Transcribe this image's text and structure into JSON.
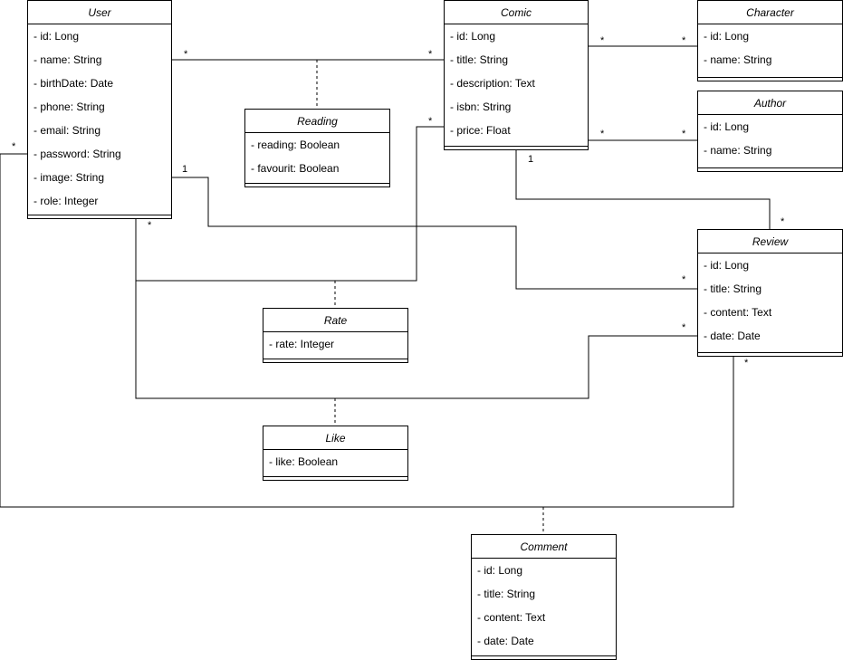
{
  "classes": {
    "user": {
      "name": "User",
      "attributes": [
        "- id: Long",
        "- name: String",
        "- birthDate: Date",
        "- phone: String",
        "- email: String",
        "- password: String",
        "- image: String",
        "- role: Integer"
      ]
    },
    "comic": {
      "name": "Comic",
      "attributes": [
        "- id: Long",
        "- title: String",
        "- description: Text",
        "- isbn: String",
        "- price: Float"
      ]
    },
    "character": {
      "name": "Character",
      "attributes": [
        "- id: Long",
        "- name: String"
      ]
    },
    "author": {
      "name": "Author",
      "attributes": [
        "- id: Long",
        "- name: String"
      ]
    },
    "reading": {
      "name": "Reading",
      "attributes": [
        "- reading: Boolean",
        "- favourit: Boolean"
      ]
    },
    "rate": {
      "name": "Rate",
      "attributes": [
        "- rate: Integer"
      ]
    },
    "like": {
      "name": "Like",
      "attributes": [
        "- like: Boolean"
      ]
    },
    "review": {
      "name": "Review",
      "attributes": [
        "- id: Long",
        "- title: String",
        "- content: Text",
        "- date: Date"
      ]
    },
    "comment": {
      "name": "Comment",
      "attributes": [
        "- id: Long",
        "- title: String",
        "- content: Text",
        "- date: Date"
      ]
    }
  },
  "multiplicities": {
    "user_comic_user": "*",
    "user_comic_comic": "*",
    "comic_character_comic": "*",
    "comic_character_character": "*",
    "comic_author_comic": "*",
    "comic_author_author": "*",
    "rate_comic": "*",
    "comic_review_comic": "1",
    "comic_review_review": "*",
    "user_review_user": "1",
    "user_review_review": "*",
    "like_user": "*",
    "like_review": "*",
    "comment_user": "*",
    "comment_review": "*"
  }
}
